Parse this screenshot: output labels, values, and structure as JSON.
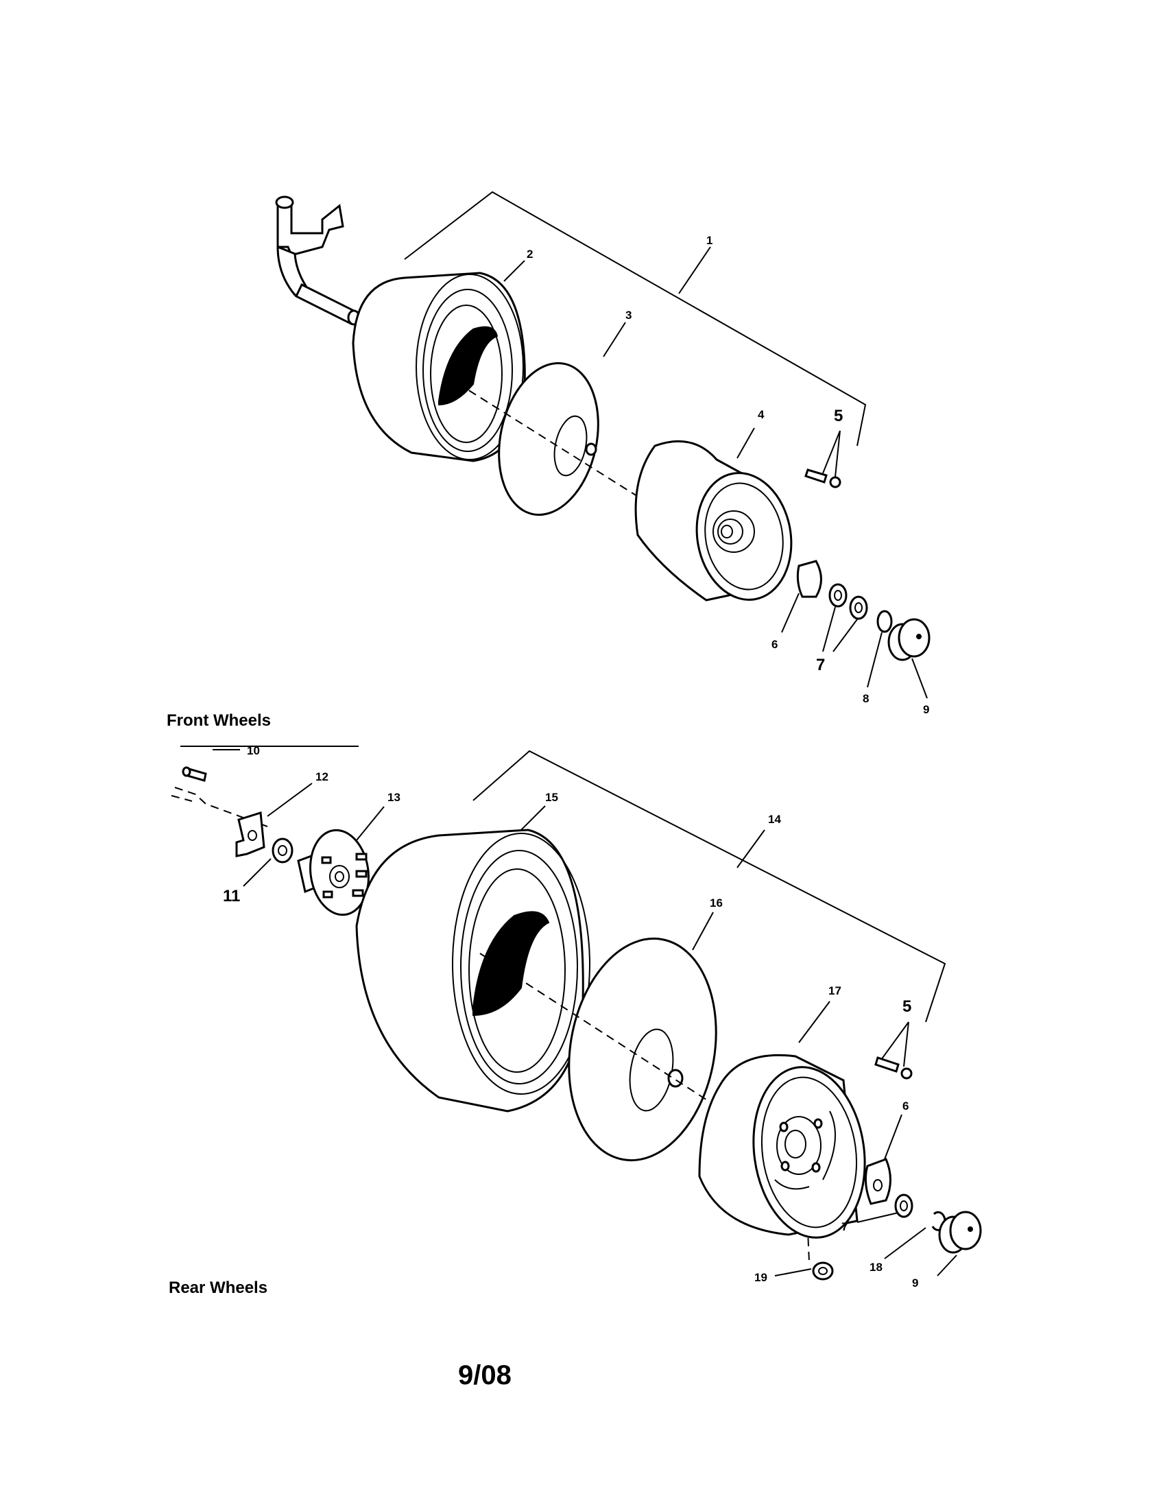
{
  "sections": {
    "front": {
      "title": "Front Wheels"
    },
    "rear": {
      "title": "Rear Wheels"
    }
  },
  "callouts": {
    "front": {
      "c1": "1",
      "c2": "2",
      "c3": "3",
      "c4": "4",
      "c5": "5",
      "c6": "6",
      "c7": "7",
      "c8": "8",
      "c9": "9"
    },
    "rear": {
      "c5": "5",
      "c6": "6",
      "c7": "7",
      "c9": "9",
      "c10": "10",
      "c11": "11",
      "c12": "12",
      "c13": "13",
      "c14": "14",
      "c15": "15",
      "c16": "16",
      "c17": "17",
      "c18": "18",
      "c19": "19"
    }
  },
  "footer": {
    "date_code": "9/08"
  }
}
